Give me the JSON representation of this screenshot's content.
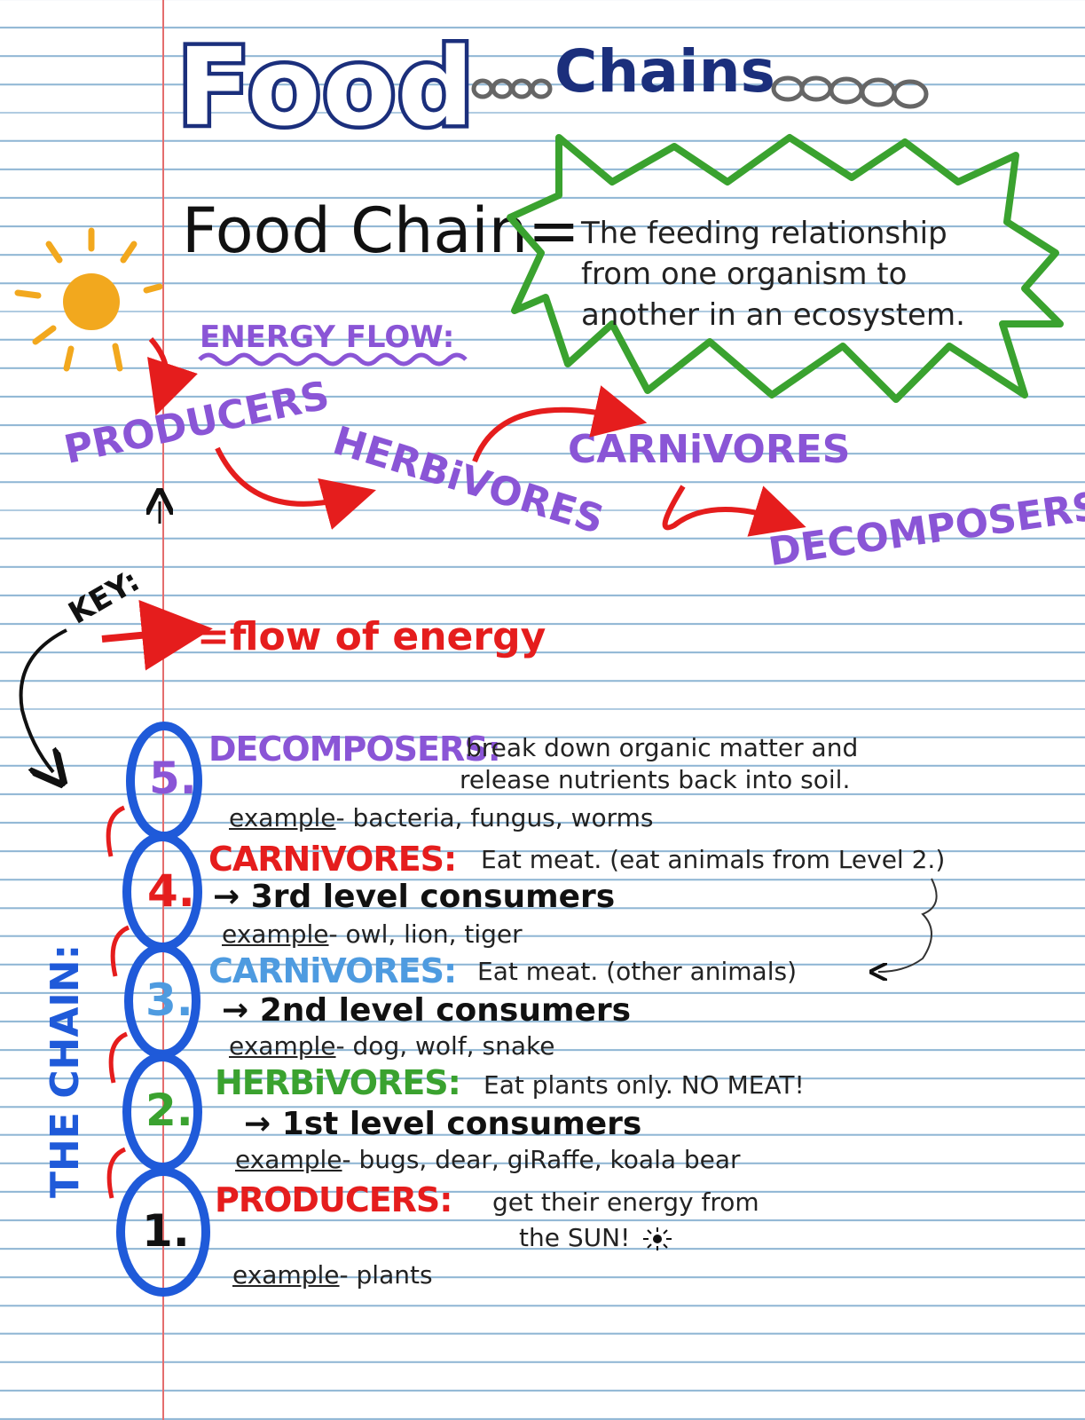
{
  "title": {
    "word1": "Food",
    "word2": "Chains"
  },
  "definition": {
    "term": "Food Chain=",
    "line1": "The feeding relationship",
    "line2": "from one organism to",
    "line3": "another in an ecosystem."
  },
  "energy_flow": {
    "title": "ENERGY FLOW:",
    "producers": "PRODUCERS",
    "herbivores": "HERBiVORES",
    "carnivores": "CARNiVORES",
    "decomposers": "DECOMPOSERS"
  },
  "key": {
    "label": "KEY:",
    "text": "=flow of energy"
  },
  "chain_label": "THE CHAIN:",
  "levels": [
    {
      "num": "5.",
      "title": "DECOMPOSERS:",
      "desc1": "break down organic matter and",
      "desc2": "release nutrients back into soil.",
      "consumer": "",
      "example_label": "example",
      "example": "- bacteria, fungus, worms"
    },
    {
      "num": "4.",
      "title": "CARNiVORES:",
      "desc1": "Eat meat. (eat animals from Level 2.)",
      "desc2": "",
      "consumer": "3rd level consumers",
      "example_label": "example",
      "example": "- owl, lion, tiger"
    },
    {
      "num": "3.",
      "title": "CARNiVORES:",
      "desc1": "Eat meat. (other animals)",
      "desc2": "",
      "consumer": "2nd level consumers",
      "example_label": "example",
      "example": "- dog, wolf, snake"
    },
    {
      "num": "2.",
      "title": "HERBiVORES:",
      "desc1": "Eat plants only. NO MEAT!",
      "desc2": "",
      "consumer": "1st level consumers",
      "example_label": "example",
      "example": "- bugs, dear, giRaffe, koala bear"
    },
    {
      "num": "1.",
      "title": "PRODUCERS:",
      "desc1": "get their energy from",
      "desc2": "the SUN!",
      "consumer": "",
      "example_label": "example",
      "example": "- plants"
    }
  ],
  "colors": {
    "navy": "#1b2f7c",
    "purple": "#8a55d6",
    "red": "#e51d1d",
    "green": "#3aa22f",
    "blue": "#1f5ad9",
    "light_blue": "#4e9be0",
    "sun": "#f2a81e"
  }
}
